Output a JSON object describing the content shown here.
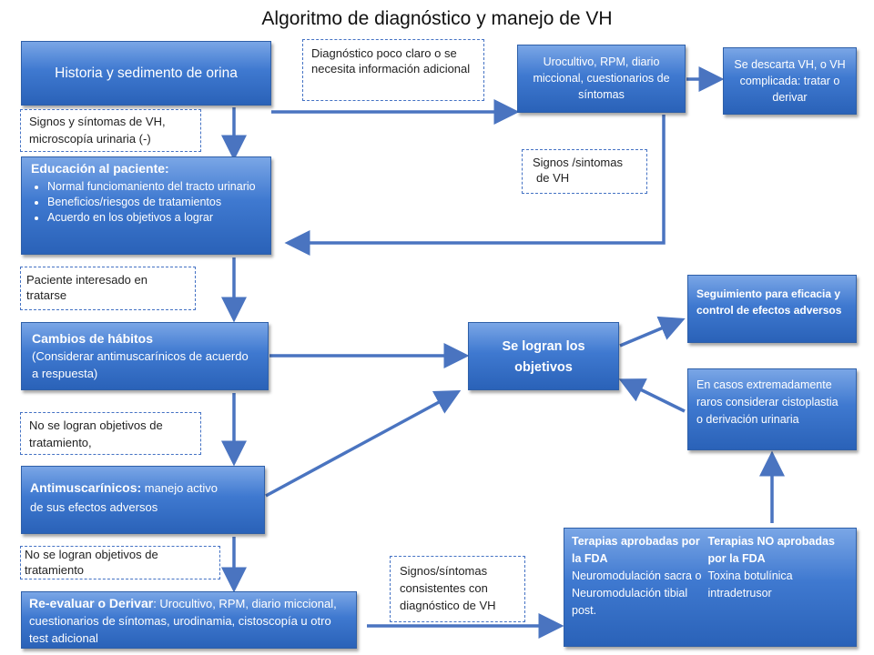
{
  "title": "Algoritmo de diagnóstico y manejo de VH",
  "boxes": {
    "historia": "Historia y sedimento de orina",
    "urocultivo": "Urocultivo, RPM, diario miccional, cuestionarios de síntomas",
    "descarta": "Se descarta VH, o VH complicada: tratar o derivar",
    "educacion": {
      "heading": "Educación al paciente:",
      "items": [
        "Normal funciomaniento del tracto urinario",
        "Beneficios/riesgos de tratamientos",
        "Acuerdo en los objetivos  a lograr"
      ]
    },
    "cambios": {
      "heading": "Cambios de hábitos",
      "body": "(Considerar antimuscarínicos de acuerdo a respuesta)"
    },
    "logran": "Se logran los objetivos",
    "seguimiento": "Seguimiento para eficacia y control de efectos adversos",
    "casos": "En casos extremadamente raros considerar cistoplastia o derivación urinaria",
    "antimusc": {
      "heading": "Antimuscarínicos:",
      "body_inline": " manejo activo",
      "body": "de sus efectos adversos"
    },
    "reevaluar": {
      "heading": "Re-evaluar o Derivar",
      "body": ": Urocultivo, RPM, diario miccional, cuestionarios de síntomas, urodinamia, cistoscopía u otro test adicional"
    },
    "terapias": {
      "fda_heading": "Terapias aprobadas por la FDA",
      "fda_body": "Neuromodulación sacra o Neuromodulación tibial post.",
      "nofda_heading": "Terapias NO aprobadas por la FDA",
      "nofda_body": "Toxina  botulínica intradetrusor"
    }
  },
  "labels": {
    "diagnostico": "Diagnóstico poco claro o se necesita información adicional",
    "signos_vh": "Signos y síntomas de VH,",
    "microscopia": "microscopía urinaria (-)",
    "signos_sintomas": "Signos /sintomas",
    "de_vh": "de VH",
    "interesado": "Paciente interesado en tratarse",
    "no_logran_1": "No se logran objetivos de tratamiento,",
    "no_logran_2": "No se logran objetivos de tratamiento",
    "consistentes": "Signos/síntomas consistentes con diagnóstico de VH"
  },
  "colors": {
    "box_fill": "#3f79d0",
    "arrow": "#4a74c0",
    "dashed_border": "#4472c4"
  }
}
